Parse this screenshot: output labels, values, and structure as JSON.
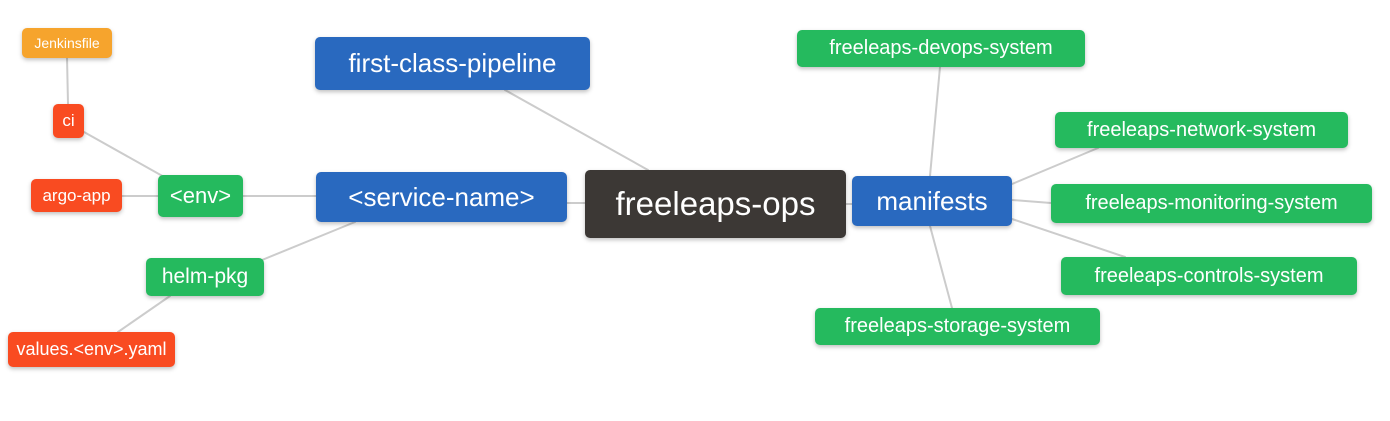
{
  "diagram": {
    "type": "mindmap",
    "root_label": "freeleaps-ops",
    "colors": {
      "blue": "#2969bf",
      "green": "#25ba5e",
      "orange": "#f6a42d",
      "red": "#f94b21",
      "dark": "#3c3835",
      "edge": "#cccccc"
    },
    "nodes": {
      "jenkinsfile": {
        "label": "Jenkinsfile"
      },
      "ci": {
        "label": "ci"
      },
      "argo_app": {
        "label": "argo-app"
      },
      "env": {
        "label": "<env>"
      },
      "helm_pkg": {
        "label": "helm-pkg"
      },
      "values_yaml": {
        "label": "values.<env>.yaml"
      },
      "first_class_pipeline": {
        "label": "first-class-pipeline"
      },
      "service_name": {
        "label": "<service-name>"
      },
      "root": {
        "label": "freeleaps-ops"
      },
      "manifests": {
        "label": "manifests"
      },
      "devops_system": {
        "label": "freeleaps-devops-system"
      },
      "network_system": {
        "label": "freeleaps-network-system"
      },
      "monitoring_system": {
        "label": "freeleaps-monitoring-system"
      },
      "controls_system": {
        "label": "freeleaps-controls-system"
      },
      "storage_system": {
        "label": "freeleaps-storage-system"
      }
    },
    "edges": [
      {
        "from": "jenkinsfile",
        "to": "ci"
      },
      {
        "from": "ci",
        "to": "env"
      },
      {
        "from": "argo_app",
        "to": "env"
      },
      {
        "from": "env",
        "to": "service_name"
      },
      {
        "from": "helm_pkg",
        "to": "service_name"
      },
      {
        "from": "values_yaml",
        "to": "helm_pkg"
      },
      {
        "from": "first_class_pipeline",
        "to": "root"
      },
      {
        "from": "service_name",
        "to": "root"
      },
      {
        "from": "root",
        "to": "manifests"
      },
      {
        "from": "manifests",
        "to": "devops_system"
      },
      {
        "from": "manifests",
        "to": "network_system"
      },
      {
        "from": "manifests",
        "to": "monitoring_system"
      },
      {
        "from": "manifests",
        "to": "controls_system"
      },
      {
        "from": "manifests",
        "to": "storage_system"
      }
    ]
  }
}
